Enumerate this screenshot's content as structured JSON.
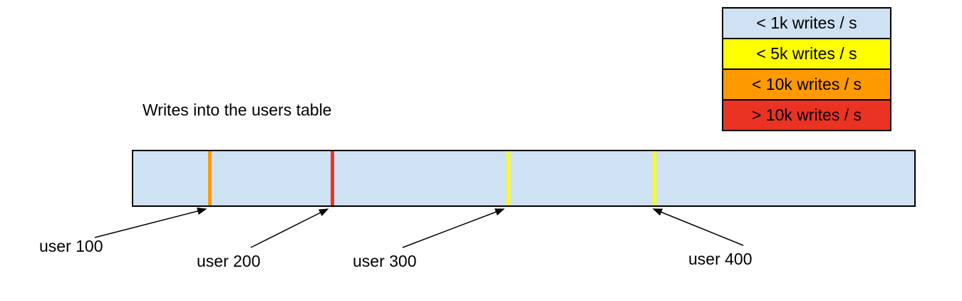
{
  "title": "Writes into the users table",
  "legend": {
    "items": [
      {
        "label": "< 1k writes / s",
        "color": "#cfe2f3"
      },
      {
        "label": "< 5k writes / s",
        "color": "#ffff00"
      },
      {
        "label": "< 10k writes / s",
        "color": "#ff9900"
      },
      {
        "label": "> 10k writes / s",
        "color": "#ea3323"
      }
    ]
  },
  "bar": {
    "fill_color": "#cfe2f3",
    "border_color": "#000000",
    "markers": [
      {
        "user": "user 100",
        "rate": "< 10k writes / s",
        "color": "#ff9900",
        "left": "9.6%"
      },
      {
        "user": "user 200",
        "rate": "> 10k writes / s",
        "color": "#ea3323",
        "left": "25.3%"
      },
      {
        "user": "user 300",
        "rate": "< 5k writes / s",
        "color": "#ffff00",
        "left": "47.8%"
      },
      {
        "user": "user 400",
        "rate": "< 5k writes / s",
        "color": "#ffff00",
        "left": "66.5%"
      }
    ]
  }
}
